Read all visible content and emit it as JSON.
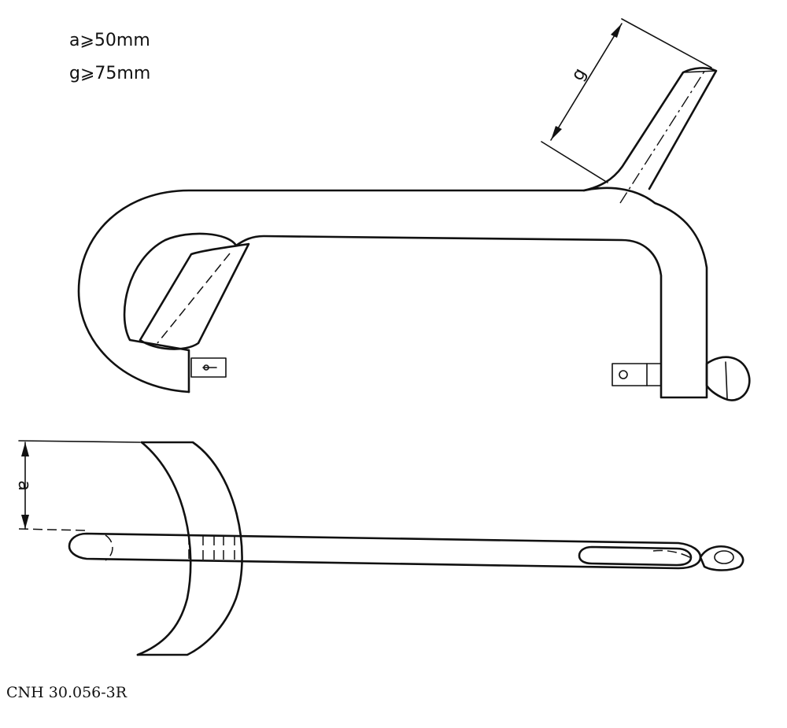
{
  "requirements": [
    "a⩾50mm",
    "g⩾75mm"
  ],
  "dimensions": {
    "a_label": "a",
    "g_label": "g"
  },
  "caption": "CNH 30.056-3R",
  "colors": {
    "ink": "#111111",
    "paper": "#ffffff"
  }
}
